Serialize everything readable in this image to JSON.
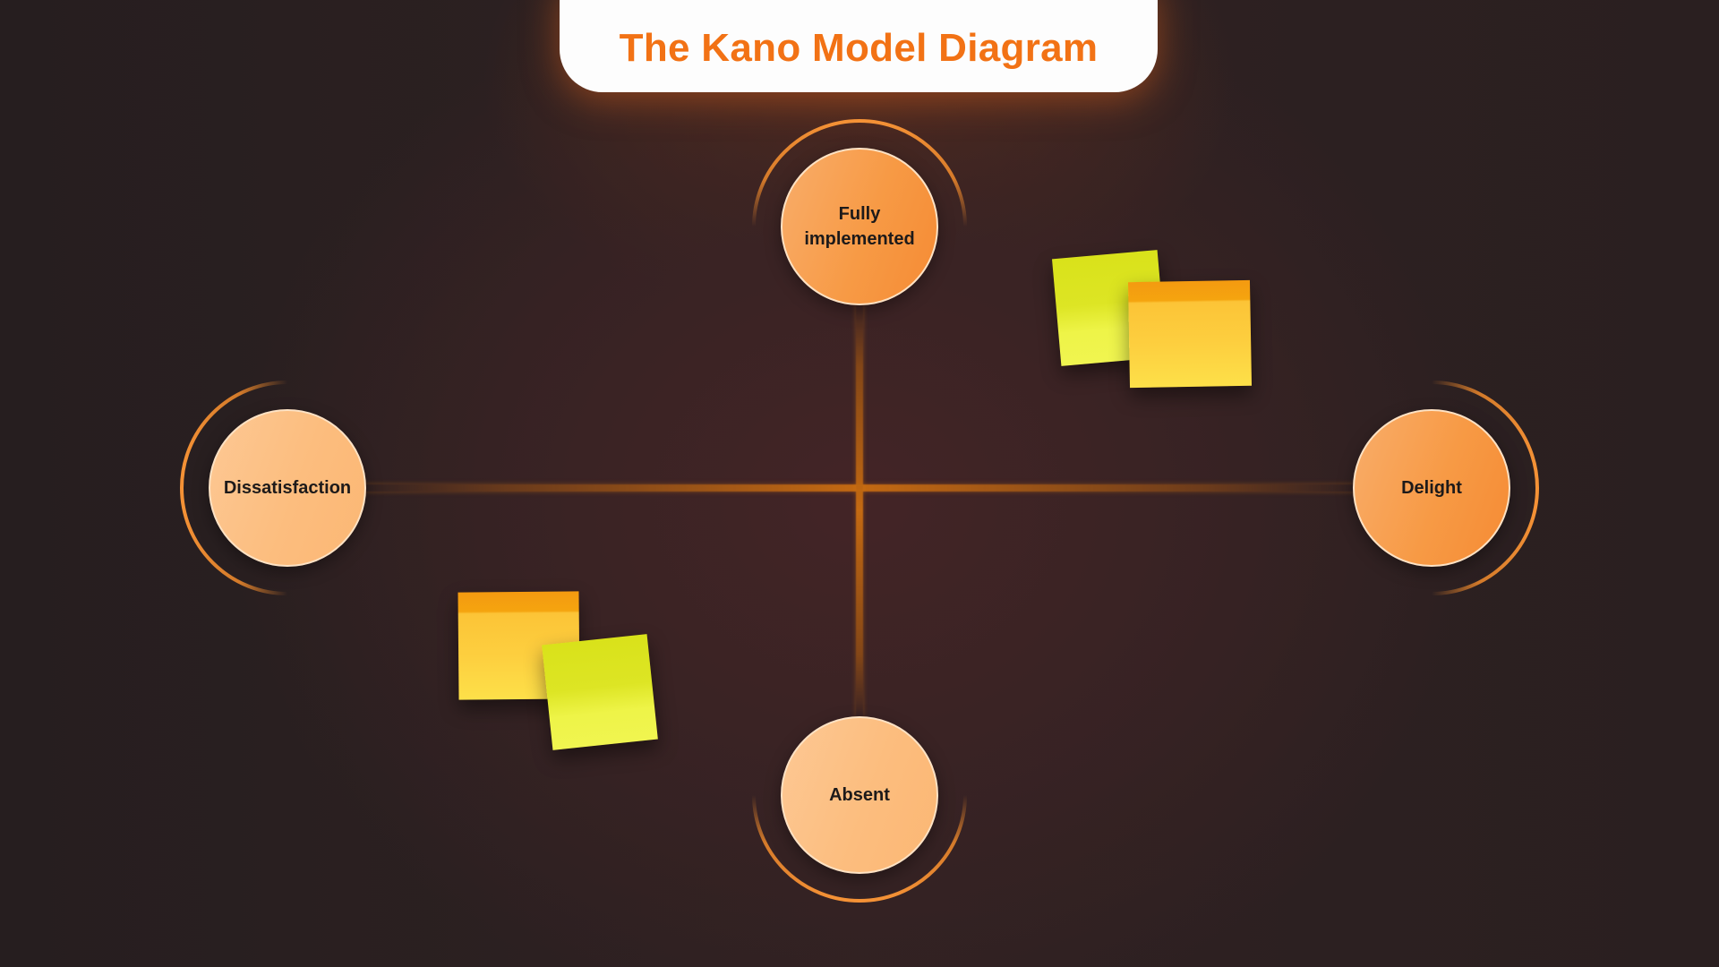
{
  "title": "The Kano Model Diagram",
  "colors": {
    "accent": "#f27215",
    "node_dark": "#f79a45",
    "node_light": "#fcbd7e",
    "axis": "#c46a12",
    "background": "#2f2122",
    "sticky_green": "#dde524",
    "sticky_orange": "#fdcf3f"
  },
  "axes": {
    "top": {
      "label": "Fully implemented"
    },
    "bottom": {
      "label": "Absent"
    },
    "left": {
      "label": "Dissatisfaction"
    },
    "right": {
      "label": "Delight"
    }
  },
  "sticky_notes": [
    {
      "position": "upper-right quadrant",
      "color": "green"
    },
    {
      "position": "upper-right quadrant",
      "color": "orange"
    },
    {
      "position": "lower-left quadrant",
      "color": "orange"
    },
    {
      "position": "lower-left quadrant",
      "color": "green"
    }
  ]
}
